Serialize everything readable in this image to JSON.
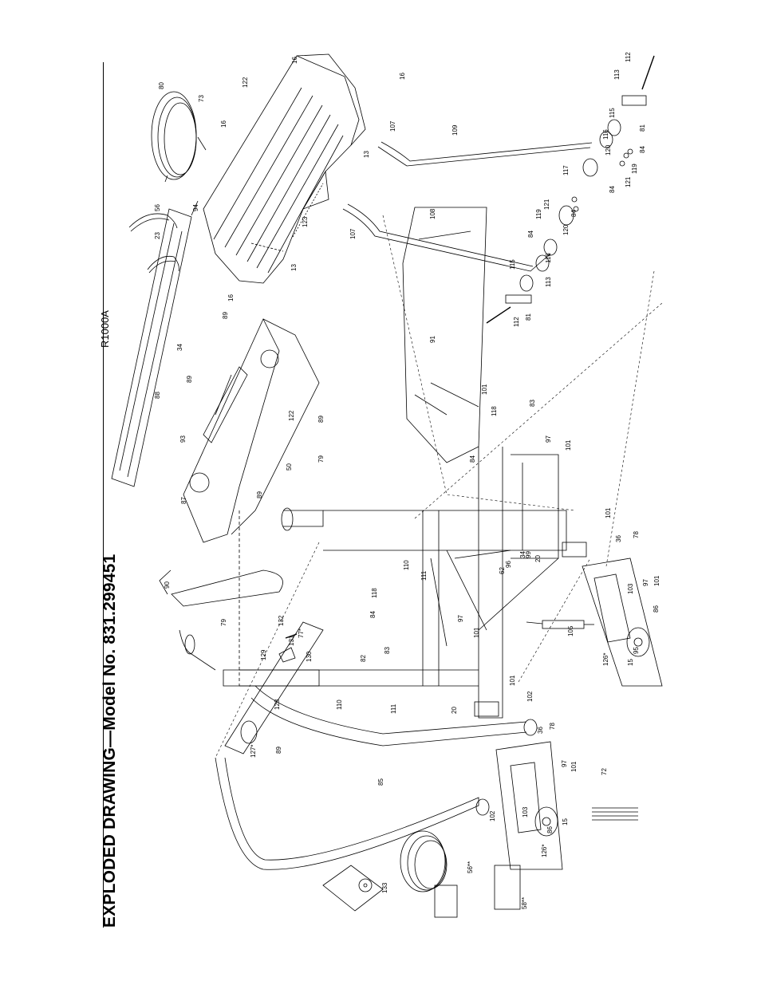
{
  "header": {
    "title": "EXPLODED DRAWING—Model No. 831.299451",
    "code": "R1000A"
  },
  "callouts": [
    {
      "id": "c16a",
      "label": "16"
    },
    {
      "id": "c16b",
      "label": "16"
    },
    {
      "id": "c16c",
      "label": "16"
    },
    {
      "id": "c16d",
      "label": "16"
    },
    {
      "id": "c122",
      "label": "122"
    },
    {
      "id": "c80",
      "label": "80"
    },
    {
      "id": "c73",
      "label": "73"
    },
    {
      "id": "c13a",
      "label": "13"
    },
    {
      "id": "c13b",
      "label": "13"
    },
    {
      "id": "c94",
      "label": "94"
    },
    {
      "id": "c123",
      "label": "123"
    },
    {
      "id": "c56",
      "label": "56"
    },
    {
      "id": "c23",
      "label": "23"
    },
    {
      "id": "c107a",
      "label": "107"
    },
    {
      "id": "c107b",
      "label": "107"
    },
    {
      "id": "c109",
      "label": "109"
    },
    {
      "id": "c108",
      "label": "108"
    },
    {
      "id": "c112a",
      "label": "112"
    },
    {
      "id": "c112b",
      "label": "112"
    },
    {
      "id": "c113a",
      "label": "113"
    },
    {
      "id": "c113b",
      "label": "113"
    },
    {
      "id": "c115a",
      "label": "115"
    },
    {
      "id": "c115b",
      "label": "115"
    },
    {
      "id": "c116a",
      "label": "116"
    },
    {
      "id": "c116b",
      "label": "116"
    },
    {
      "id": "c117",
      "label": "117"
    },
    {
      "id": "c120a",
      "label": "120"
    },
    {
      "id": "c120b",
      "label": "120"
    },
    {
      "id": "c119a",
      "label": "119"
    },
    {
      "id": "c119b",
      "label": "119"
    },
    {
      "id": "c121a",
      "label": "121"
    },
    {
      "id": "c121b",
      "label": "121"
    },
    {
      "id": "c84a",
      "label": "84"
    },
    {
      "id": "c84b",
      "label": "84"
    },
    {
      "id": "c84c",
      "label": "84"
    },
    {
      "id": "c84d",
      "label": "84"
    },
    {
      "id": "c84e",
      "label": "84"
    },
    {
      "id": "c84f",
      "label": "84"
    },
    {
      "id": "c81a",
      "label": "81"
    },
    {
      "id": "c81b",
      "label": "81"
    },
    {
      "id": "c34a",
      "label": "34"
    },
    {
      "id": "c34b",
      "label": "34"
    },
    {
      "id": "c88",
      "label": "88"
    },
    {
      "id": "c89a",
      "label": "89"
    },
    {
      "id": "c89b",
      "label": "89"
    },
    {
      "id": "c89c",
      "label": "89"
    },
    {
      "id": "c89d",
      "label": "89"
    },
    {
      "id": "c89e",
      "label": "89"
    },
    {
      "id": "c93",
      "label": "93"
    },
    {
      "id": "c122b",
      "label": "122"
    },
    {
      "id": "c50",
      "label": "50"
    },
    {
      "id": "c79a",
      "label": "79"
    },
    {
      "id": "c79b",
      "label": "79"
    },
    {
      "id": "c87",
      "label": "87"
    },
    {
      "id": "c91",
      "label": "91"
    },
    {
      "id": "c101a",
      "label": "101"
    },
    {
      "id": "c101b",
      "label": "101"
    },
    {
      "id": "c101c",
      "label": "101"
    },
    {
      "id": "c101d",
      "label": "101"
    },
    {
      "id": "c101e",
      "label": "101"
    },
    {
      "id": "c101f",
      "label": "101"
    },
    {
      "id": "c101g",
      "label": "101"
    },
    {
      "id": "c83a",
      "label": "83"
    },
    {
      "id": "c83b",
      "label": "83"
    },
    {
      "id": "c118a",
      "label": "118"
    },
    {
      "id": "c118b",
      "label": "118"
    },
    {
      "id": "c97a",
      "label": "97"
    },
    {
      "id": "c97b",
      "label": "97"
    },
    {
      "id": "c97c",
      "label": "97"
    },
    {
      "id": "c97d",
      "label": "97"
    },
    {
      "id": "c90",
      "label": "90"
    },
    {
      "id": "c110a",
      "label": "110"
    },
    {
      "id": "c110b",
      "label": "110"
    },
    {
      "id": "c111a",
      "label": "111"
    },
    {
      "id": "c111b",
      "label": "111"
    },
    {
      "id": "c62",
      "label": "62"
    },
    {
      "id": "c96",
      "label": "96"
    },
    {
      "id": "c99",
      "label": "99"
    },
    {
      "id": "c20a",
      "label": "20"
    },
    {
      "id": "c20b",
      "label": "20"
    },
    {
      "id": "c36a",
      "label": "36"
    },
    {
      "id": "c36b",
      "label": "36"
    },
    {
      "id": "c78a",
      "label": "78"
    },
    {
      "id": "c78b",
      "label": "78"
    },
    {
      "id": "c103a",
      "label": "103"
    },
    {
      "id": "c103b",
      "label": "103"
    },
    {
      "id": "c86a",
      "label": "86"
    },
    {
      "id": "c86b",
      "label": "86"
    },
    {
      "id": "c95",
      "label": "95"
    },
    {
      "id": "c15a",
      "label": "15"
    },
    {
      "id": "c15b",
      "label": "15"
    },
    {
      "id": "c126a",
      "label": "126*"
    },
    {
      "id": "c126b",
      "label": "126*"
    },
    {
      "id": "c105",
      "label": "105"
    },
    {
      "id": "c82",
      "label": "82"
    },
    {
      "id": "c77",
      "label": "77*"
    },
    {
      "id": "c132",
      "label": "132"
    },
    {
      "id": "c131",
      "label": "131"
    },
    {
      "id": "c129",
      "label": "129"
    },
    {
      "id": "c130",
      "label": "130"
    },
    {
      "id": "c128",
      "label": "128"
    },
    {
      "id": "c127",
      "label": "127*"
    },
    {
      "id": "c85",
      "label": "85"
    },
    {
      "id": "c102a",
      "label": "102"
    },
    {
      "id": "c102b",
      "label": "102"
    },
    {
      "id": "c72",
      "label": "72"
    },
    {
      "id": "c133",
      "label": "133"
    },
    {
      "id": "c56s",
      "label": "56**"
    },
    {
      "id": "c58",
      "label": "58**"
    }
  ]
}
